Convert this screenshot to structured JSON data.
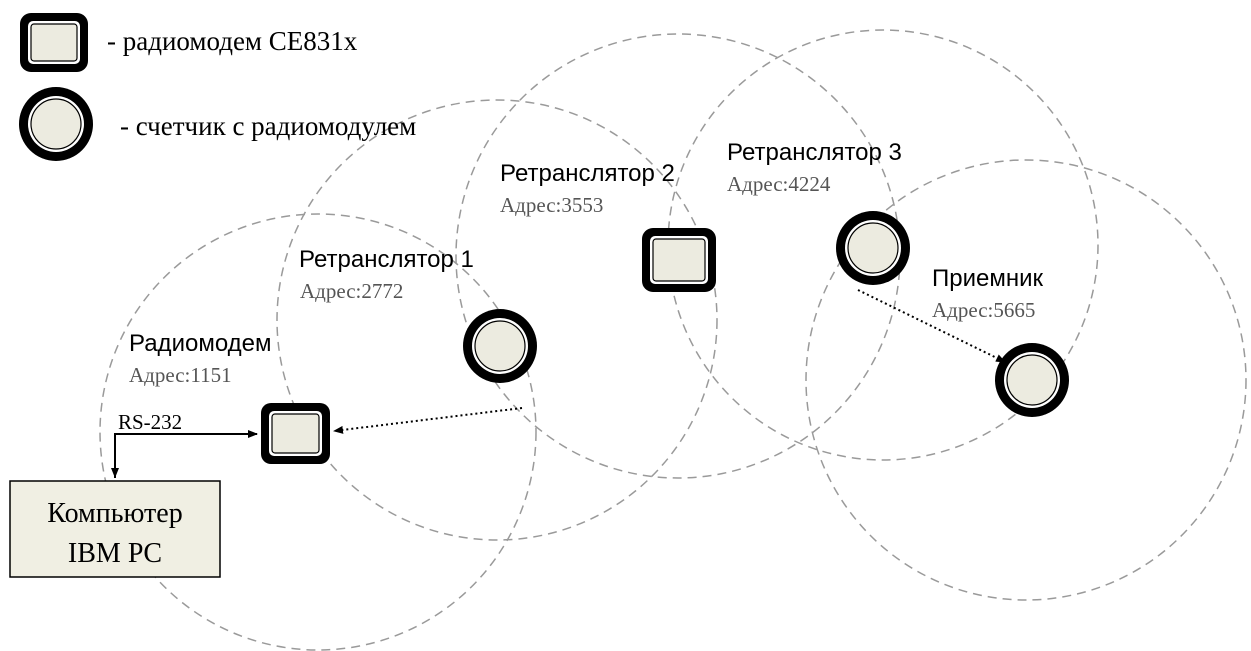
{
  "legend": {
    "modem_label": "- радиомодем CE831x",
    "meter_label": "- счетчик с радиомодулем"
  },
  "nodes": {
    "radiomodem": {
      "name": "Радиомодем",
      "address": "Адрес:1151"
    },
    "repeater1": {
      "name": "Ретранслятор 1",
      "address": "Адрес:2772"
    },
    "repeater2": {
      "name": "Ретранслятор 2",
      "address": "Адрес:3553"
    },
    "repeater3": {
      "name": "Ретранслятор 3",
      "address": "Адрес:4224"
    },
    "receiver": {
      "name": "Приемник",
      "address": "Адрес:5665"
    }
  },
  "computer": {
    "line1": "Компьютер",
    "line2": "IBM PC"
  },
  "link": {
    "rs232": "RS-232"
  },
  "colors": {
    "device_fill": "#ecebe0",
    "computer_fill": "#f0efe3",
    "range_circle": "#9a9a9a",
    "address_text": "#555555"
  }
}
